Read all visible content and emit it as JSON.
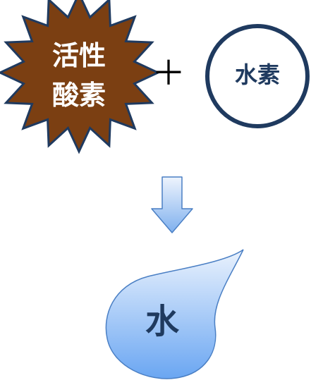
{
  "diagram": {
    "reactants": {
      "active_oxygen": {
        "line1": "活性",
        "line2": "酸素",
        "fill_color": "#7b3f12",
        "edge_color": "#1f3a5f"
      },
      "operator": "＋",
      "hydrogen": {
        "label": "水素",
        "ring_color": "#1f3a5f"
      }
    },
    "product": {
      "label": "水",
      "gradient_top": "#eaf2fd",
      "gradient_bottom": "#6aa6f2",
      "edge_color": "#4a7fc4"
    },
    "arrow": {
      "direction": "down",
      "gradient_top": "#eef4fd",
      "gradient_bottom": "#7fb0ee",
      "edge_color": "#4a7fc4"
    }
  }
}
